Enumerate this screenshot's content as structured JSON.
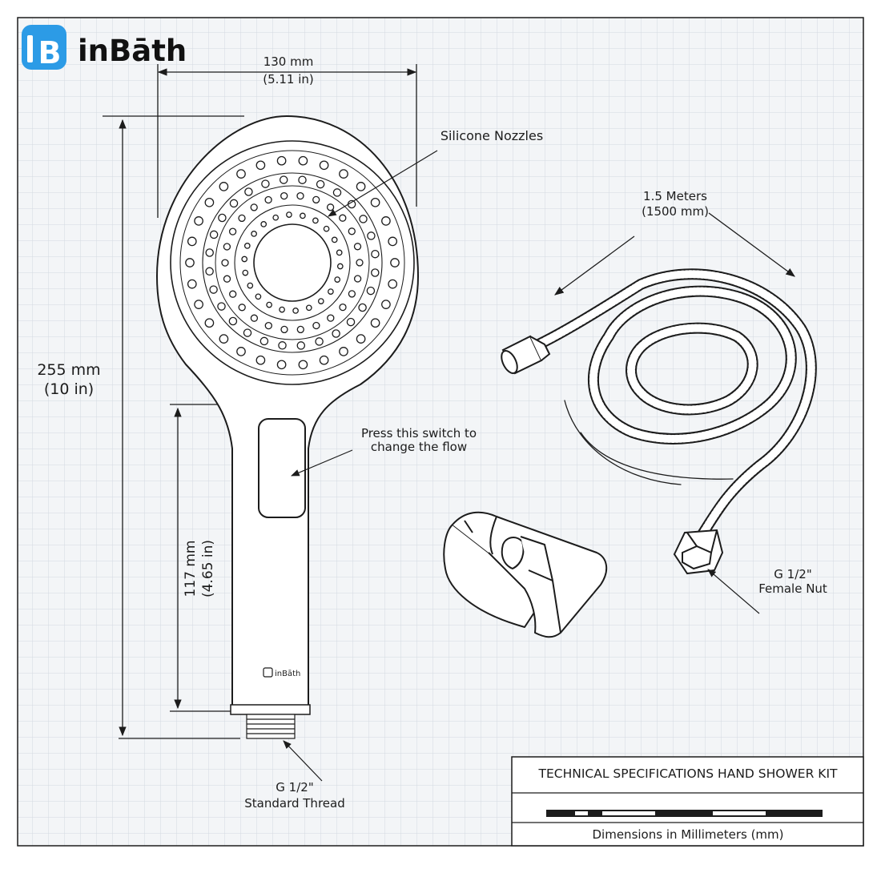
{
  "brand": {
    "logo_letter": "B",
    "name": "inBāth",
    "accent": "#2c9be6"
  },
  "dimensions": {
    "width_mm": "130 mm",
    "width_in": "(5.11 in)",
    "height_mm": "255 mm",
    "height_in": "(10 in)",
    "handle_mm": "117 mm",
    "handle_in": "(4.65 in)",
    "hose_length": "1.5 Meters",
    "hose_length_mm": "(1500 mm)"
  },
  "callouts": {
    "nozzles": "Silicone Nozzles",
    "switch_line1": "Press this switch to",
    "switch_line2": "change the flow",
    "thread_line1": "G 1/2\"",
    "thread_line2": "Standard Thread",
    "nut_line1": "G 1/2\"",
    "nut_line2": "Female Nut"
  },
  "spec_box": {
    "title": "TECHNICAL SPECIFICATIONS HAND SHOWER KIT",
    "footer": "Dimensions in Millimeters (mm)"
  },
  "colors": {
    "ink": "#1c1c1c",
    "grid": "#d3d9e0",
    "paper": "#f3f5f7"
  }
}
